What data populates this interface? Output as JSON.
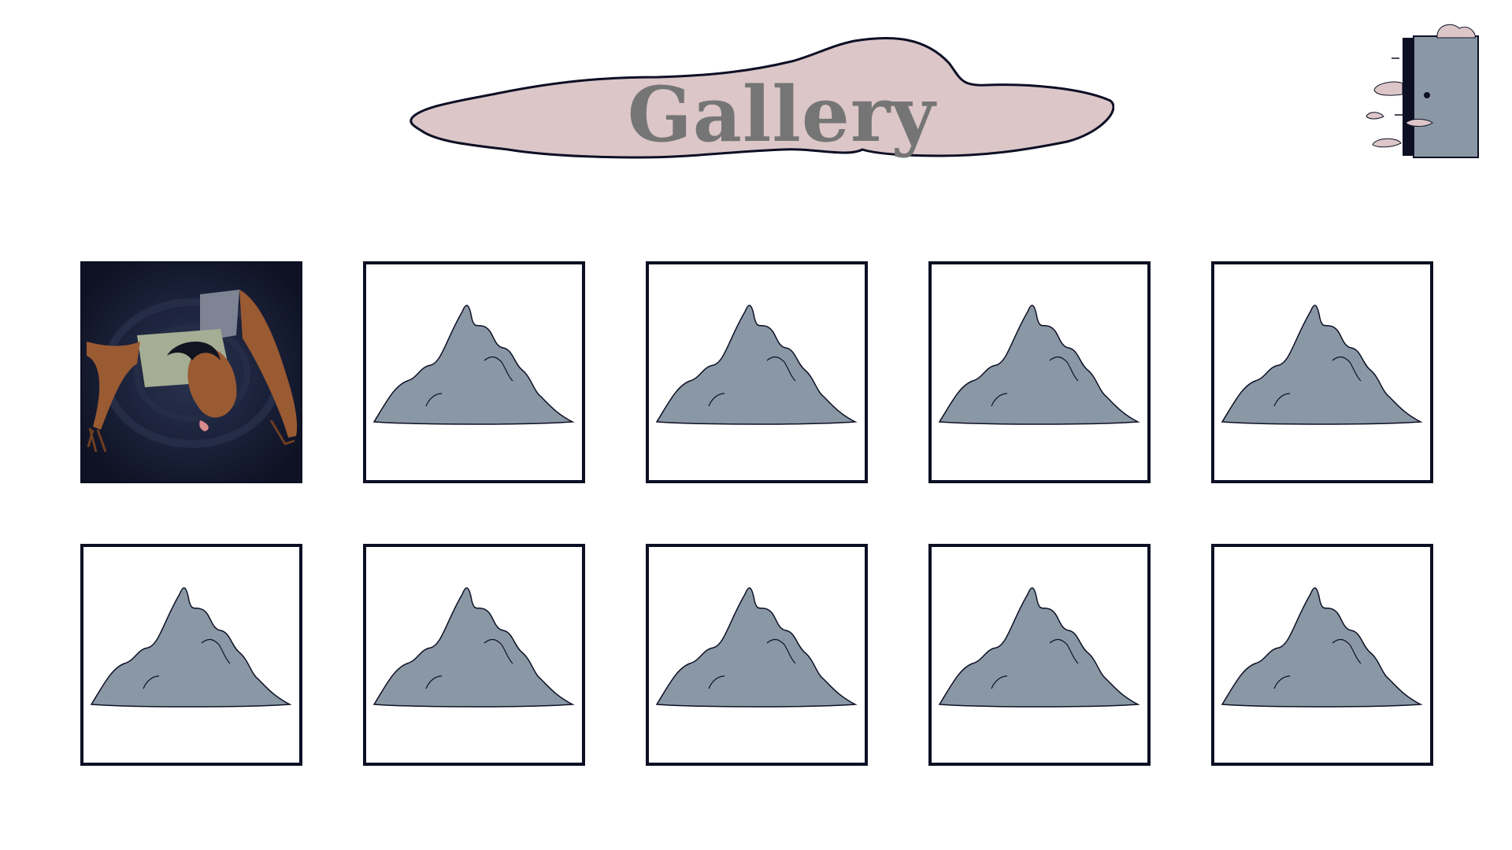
{
  "header": {
    "title": "Gallery",
    "title_color": "#757575",
    "banner_color": "#dcc6c8"
  },
  "exit_button": {
    "icon": "door-icon",
    "door_color": "#8a98a6",
    "frame_color": "#0d1024"
  },
  "gallery": {
    "columns": 5,
    "rows": 2,
    "tiles": [
      {
        "state": "unlocked",
        "icon": "character-artwork-thumbnail"
      },
      {
        "state": "locked",
        "icon": "mountain-placeholder-icon"
      },
      {
        "state": "locked",
        "icon": "mountain-placeholder-icon"
      },
      {
        "state": "locked",
        "icon": "mountain-placeholder-icon"
      },
      {
        "state": "locked",
        "icon": "mountain-placeholder-icon"
      },
      {
        "state": "locked",
        "icon": "mountain-placeholder-icon"
      },
      {
        "state": "locked",
        "icon": "mountain-placeholder-icon"
      },
      {
        "state": "locked",
        "icon": "mountain-placeholder-icon"
      },
      {
        "state": "locked",
        "icon": "mountain-placeholder-icon"
      },
      {
        "state": "locked",
        "icon": "mountain-placeholder-icon"
      }
    ],
    "mountain_color": "#8a98a6",
    "border_color": "#0d1024"
  }
}
